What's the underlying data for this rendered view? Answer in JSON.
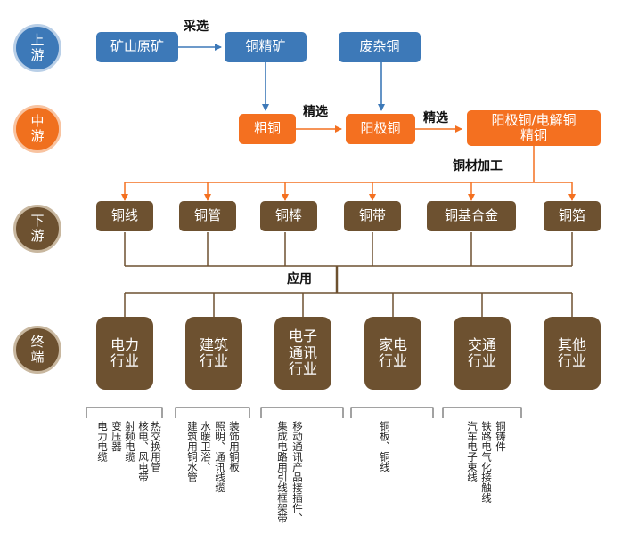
{
  "stages": {
    "upstream": "上\n游",
    "midstream": "中\n游",
    "downstream": "下\n游",
    "terminal": "终\n端"
  },
  "upstream": {
    "ore": "矿山原矿",
    "concentrate": "铜精矿",
    "scrap": "废杂铜",
    "label_mining": "采选"
  },
  "midstream": {
    "blister": "粗铜",
    "anode": "阳极铜",
    "cathode": "阳极铜/电解铜\n精铜",
    "label_refine_1": "精选",
    "label_refine_2": "精选",
    "label_processing": "铜材加工"
  },
  "products": [
    "铜线",
    "铜管",
    "铜棒",
    "铜带",
    "铜基合金",
    "铜箔"
  ],
  "label_application": "应用",
  "industries": [
    "电力\n行业",
    "建筑\n行业",
    "电子\n通讯\n行业",
    "家电\n行业",
    "交通\n行业",
    "其他\n行业"
  ],
  "uses": {
    "power": [
      "电力电缆",
      "变压器",
      "射频电缆",
      "核电、风电带",
      "热交换用管"
    ],
    "construction": [
      "建筑用铜水管",
      "水暖卫浴、",
      "照明、通讯线缆",
      "装饰用铜板"
    ],
    "electronics": [
      "集成电路用引线框架带",
      "移动通讯产品接插件、"
    ],
    "appliance": [
      "铜板、铜线"
    ],
    "transport": [
      "汽车电子束线",
      "铁路电气化接触线",
      "铜铸件"
    ]
  },
  "colors": {
    "blue": "#3d79b8",
    "orange": "#f47020",
    "brown": "#6d5130",
    "line_gray": "#888888"
  }
}
